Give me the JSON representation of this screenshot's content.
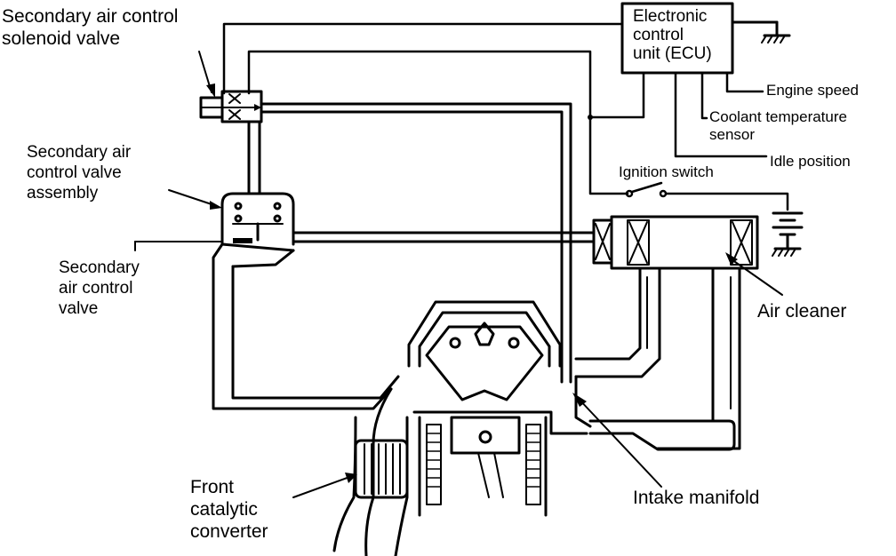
{
  "labels": {
    "solenoid": [
      "Secondary air control",
      "solenoid valve"
    ],
    "valve_assembly": [
      "Secondary air",
      "control valve",
      "assembly"
    ],
    "control_valve": [
      "Secondary",
      "air control",
      "valve"
    ],
    "ecu": [
      "Electronic",
      "control",
      "unit (ECU)"
    ],
    "engine_speed": "Engine speed",
    "coolant": [
      "Coolant temperature",
      "sensor"
    ],
    "idle": "Idle position",
    "ignition": "Ignition switch",
    "air_cleaner": "Air cleaner",
    "intake": "Intake manifold",
    "catalytic": [
      "Front",
      "catalytic",
      "converter"
    ]
  },
  "colors": {
    "ink": "#000000",
    "paper": "#ffffff"
  }
}
